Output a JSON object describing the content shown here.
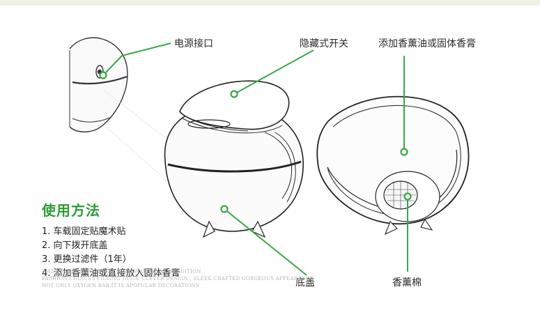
{
  "callouts": {
    "power_port": "电源接口",
    "hidden_switch": "隐藏式开关",
    "add_oil": "添加香薰油或固体香膏",
    "bottom_cover": "底盖",
    "aroma_cotton": "香薰棉"
  },
  "usage": {
    "title": "使用方法",
    "steps": [
      "1. 车载固定贴魔术贴",
      "2. 向下拨开底盖",
      "3. 更换过滤件（1年）",
      "4. 添加香薰油或直接放入固体香膏"
    ]
  },
  "faint_text": [
    "PM2.5 POLLUTION IN THE NATIONAL RANKING EDITION",
    "FASHION CHOICES FILLING TASTE CLEVER DESIGN , SLEEK CRAFTED GORGEOUS APPEARANCE",
    "NOT ONLY OXYGEN BAR,IT IS APOPULAR DECORATIONS"
  ],
  "colors": {
    "accent_green": "#2e9b37",
    "line_green": "#3aa745"
  }
}
